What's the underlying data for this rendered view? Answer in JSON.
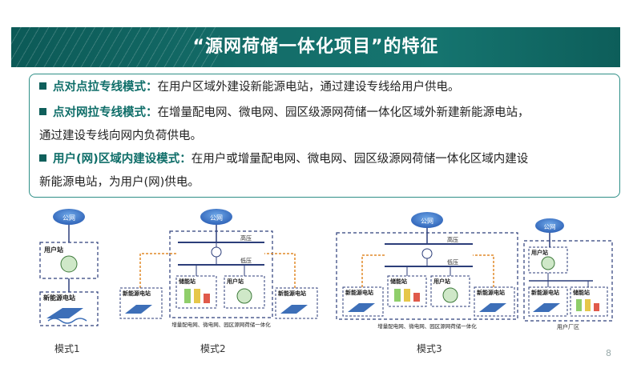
{
  "title": "“源网荷储一体化项目”的特征",
  "bullets": [
    {
      "key": "点对点拉专线模式：",
      "text": "在用户区域外建设新能源电站，通过建设专线给用户供电。"
    },
    {
      "key": "点对网拉专线模式：",
      "text": "在增量配电网、微电网、园区级源网荷储一体化区域外新建新能源电站，",
      "text2": "通过建设专线向网内负荷供电。"
    },
    {
      "key": "用户(网)区域内建设模式：",
      "text": "在用户或增量配电网、微电网、园区级源网荷储一体化区域内建设",
      "text2": "新能源电站，为用户(网)供电。"
    }
  ],
  "diagram": {
    "grid_label": "公网",
    "user_station": "用户站",
    "new_energy_station": "新能源电站",
    "storage_station": "储能站",
    "high_voltage": "高压",
    "low_voltage": "低压",
    "mode2_zone": "增量配电网、微电网、园区源网荷储一体化",
    "mode3_zone": "增量配电网、微电网、园区源网荷储一体化",
    "mode4_zone": "用户厂区",
    "captions": [
      "模式1",
      "模式2",
      "模式3"
    ]
  },
  "page_number": "8",
  "colors": {
    "title_bg": "#146d69",
    "accent": "#0f6e69",
    "border": "#2e8f87",
    "dash_blue": "#2c3e7a",
    "feeder_orange": "#e08a2a"
  }
}
